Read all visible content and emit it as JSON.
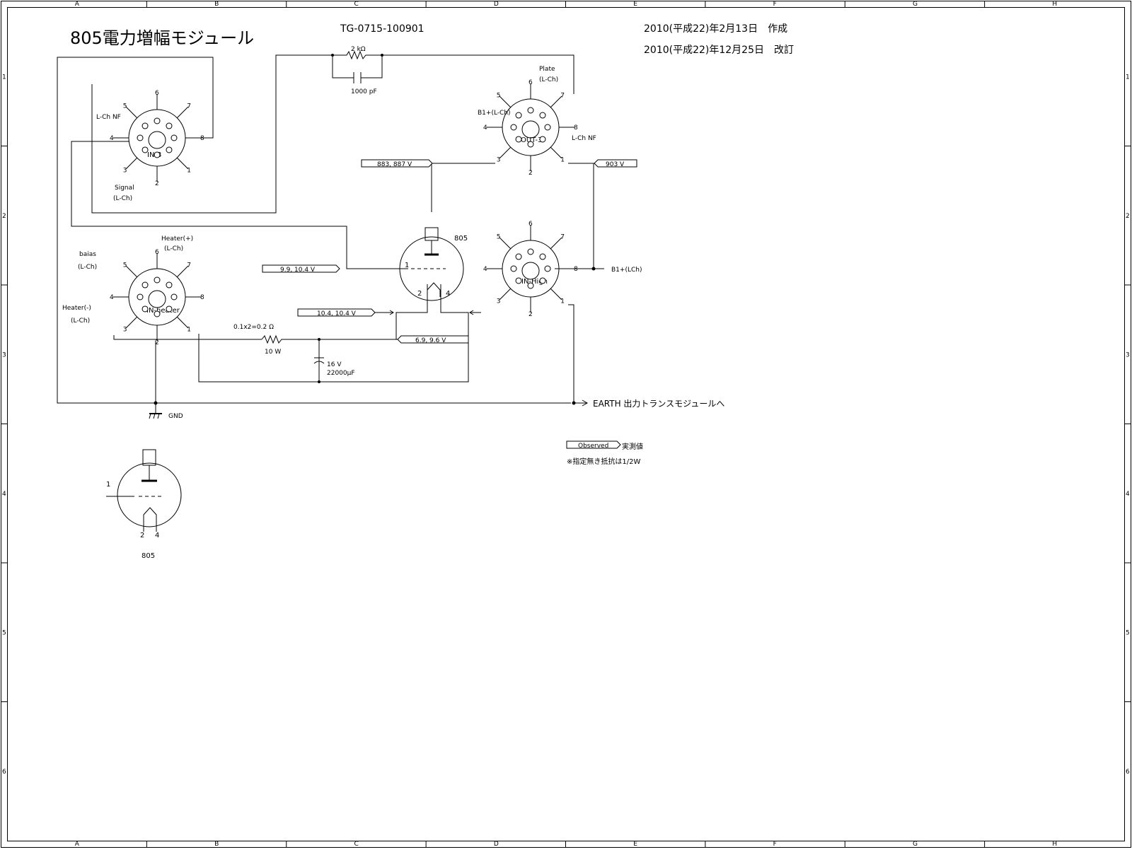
{
  "title": "805電力増幅モジュール",
  "doc_number": "TG-0715-100901",
  "created": "2010(平成22)年2月13日　作成",
  "revised": "2010(平成22)年12月25日　改訂",
  "grid": {
    "columns": [
      "A",
      "B",
      "C",
      "D",
      "E",
      "F",
      "G",
      "H"
    ],
    "rows": [
      "1",
      "2",
      "3",
      "4",
      "5",
      "6"
    ]
  },
  "pins": [
    "1",
    "2",
    "3",
    "4",
    "5",
    "6",
    "7",
    "8"
  ],
  "sockets": {
    "in3": {
      "name": "IN-3",
      "pin5_label": "L-Ch NF",
      "pin3_label_1": "Signal",
      "pin3_label_2": "(L-Ch)"
    },
    "out3": {
      "name": "OUT-3",
      "pin6_label_1": "Plate",
      "pin6_label_2": "(L-Ch)",
      "pin4_label": "B1+(L-Ch)",
      "pin8_label": "L-Ch NF"
    },
    "inheater": {
      "name": "IN-heater",
      "pin6_label_1": "Heater(+)",
      "pin6_label_2": "(L-Ch)",
      "pin5_label_1": "baias",
      "pin5_label_2": "(L-Ch)",
      "pin4_label_1": "Heater(-)",
      "pin4_label_2": "(L-Ch)"
    },
    "inhigh": {
      "name": "IN-High",
      "pin8_label": "B1+(LCh)"
    }
  },
  "tube": {
    "name": "805",
    "pins": [
      "1",
      "2",
      "4"
    ]
  },
  "tube_symbol": {
    "name": "805",
    "pins": [
      "1",
      "2",
      "4"
    ]
  },
  "components": {
    "r_feedback": "2 kΩ",
    "c_feedback": "1000 pF",
    "r_heater_value": "0.1x2=0.2 Ω",
    "r_heater_power": "10 W",
    "c_heater_voltage": "16 V",
    "c_heater_cap": "22000μF"
  },
  "measurements": {
    "plate": "883, 887 V",
    "b1": "903 V",
    "grid": "9.9, 10.4 V",
    "filament": "10.4, 10.4 V",
    "heater_supply": "6.9, 9.6 V"
  },
  "ground_label": "GND",
  "earth_label": "EARTH  出力トランスモジュールへ",
  "legend": {
    "observed_tag": "Observed",
    "observed_text": "実測値",
    "note": "※指定無き抵抗は1/2W"
  }
}
